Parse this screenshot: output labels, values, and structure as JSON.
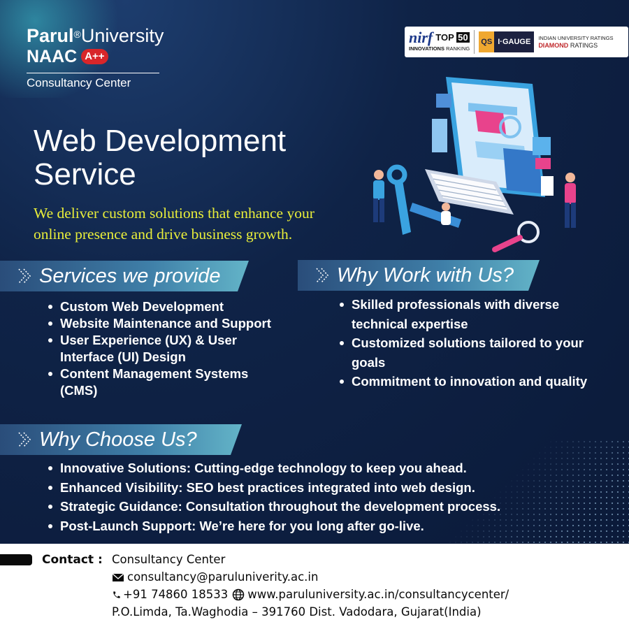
{
  "header": {
    "brand": "Parul",
    "reg_mark": "®",
    "university": "University",
    "naac": "NAAC",
    "naac_grade": "A++",
    "center": "Consultancy Center"
  },
  "rankings": {
    "nirf": "nirf",
    "nirf_top": "TOP",
    "nirf_top_number": "50",
    "nirf_sub_bold": "INNOVATIONS",
    "nirf_sub": "RANKING",
    "qs_mark": "QS",
    "qs_label": "I·GAUGE",
    "diamond_line1": "INDIAN UNIVERSITY RATINGS",
    "diamond_bold": "DIAMOND",
    "diamond_rest": "RATINGS"
  },
  "hero": {
    "title_line1": "Web Development",
    "title_line2": "Service",
    "subtitle": "We deliver custom solutions that enhance your online presence and drive business growth."
  },
  "services": {
    "heading": "Services we provide",
    "items": [
      "Custom Web Development",
      "Website Maintenance and Support",
      "User Experience (UX) & User Interface (UI) Design",
      "Content Management Systems (CMS)"
    ]
  },
  "why_work": {
    "heading": "Why Work with Us?",
    "items": [
      "Skilled professionals with diverse technical expertise",
      "Customized solutions tailored to your goals",
      "Commitment to innovation and quality"
    ]
  },
  "why_choose": {
    "heading": "Why Choose Us?",
    "items": [
      "Innovative Solutions: Cutting-edge technology to keep you ahead.",
      "Enhanced Visibility: SEO best practices integrated into web design.",
      "Strategic Guidance: Consultation throughout the development process.",
      "Post-Launch Support: We’re here for you long after go-live."
    ]
  },
  "contact": {
    "label": "Contact :",
    "name": "Consultancy Center",
    "email": "consultancy@paruluniverity.ac.in",
    "phone": "+91 74860 18533",
    "website": "www.paruluniversity.ac.in/consultancycenter/",
    "address": "P.O.Limda, Ta.Waghodia – 391760 Dist. Vadodara, Gujarat(India)"
  },
  "colors": {
    "background": "#0f2347",
    "subtitle": "#e9ee3a",
    "section_header": "#3f7fa8",
    "naac_badge": "#d8262a"
  }
}
